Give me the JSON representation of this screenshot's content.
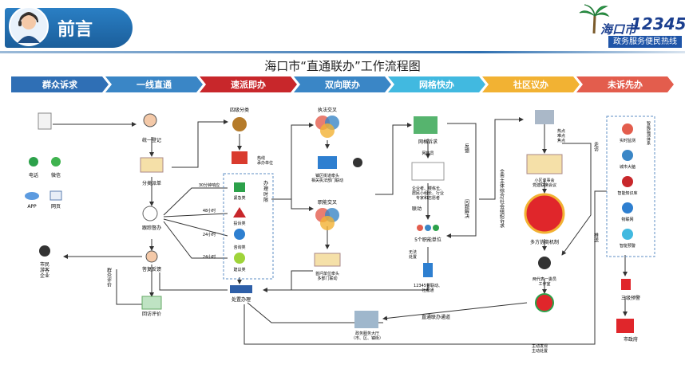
{
  "header": {
    "title": "前言",
    "logo_city": "海口市",
    "logo_number": "12345",
    "logo_slogan": "政务服务便民热线"
  },
  "flow_title": "海口市“直通联办”工作流程图",
  "stages": [
    {
      "label": "群众诉求",
      "color": "#2f6fb5"
    },
    {
      "label": "一线直通",
      "color": "#3a86c6"
    },
    {
      "label": "速派即办",
      "color": "#c8272b"
    },
    {
      "label": "双向联办",
      "color": "#3a86c6"
    },
    {
      "label": "网格快办",
      "color": "#41b9e0"
    },
    {
      "label": "社区议办",
      "color": "#f2b233"
    },
    {
      "label": "未诉先办",
      "color": "#e35d4d"
    }
  ],
  "channels": {
    "phone": "电话",
    "wechat": "微信",
    "app": "APP",
    "web": "网页"
  },
  "citizen": "市民\n游客\n企业",
  "left_flow": {
    "register": "统一登记",
    "classify_dispatch": "分类派单",
    "track": "跟踪督办",
    "reply": "答复反馈",
    "visit": "回访评价",
    "eval": "群众评价"
  },
  "four_class": {
    "title": "四级分类",
    "center": "热线\n承办单位",
    "side": "办理时限",
    "items": [
      {
        "time": "30分钟响应",
        "label": "紧急类"
      },
      {
        "time": "48小时",
        "label": "投诉类"
      },
      {
        "time": "24小时",
        "label": "咨询类"
      },
      {
        "time": "24小时",
        "label": "建议类"
      }
    ],
    "dispose": "处置办理"
  },
  "joint": {
    "law": "执法交叉",
    "lead": "镇区街道牵头\n相关执法部门联动",
    "duty": "职能交叉",
    "duty_lead": "首问单位牵头\n多部门联动"
  },
  "grid": {
    "appeal": "网格诉求",
    "member": "网格员",
    "resources": "企业者、楼栋长、\n居民小组长、行业\n专家和志愿者",
    "link": "联动",
    "units": "5个职能单位",
    "no_dispose": "无法\n处置",
    "feedback": "反馈",
    "solve": "问题解决",
    "report": "12345督联动、\n社服通"
  },
  "community": {
    "points": "热点\n难点\n焦点",
    "meeting": "小区议事会\n党建联席会议",
    "mechanism": "多方协商机制",
    "office": "两代表一委员\n工作室",
    "whole": "全市主体综合/社会组织诉求",
    "visit": "走访",
    "push": "推送"
  },
  "proactive": {
    "title": "智能监测体系",
    "items": [
      "实时监测",
      "城市大脑",
      "智能知识库",
      "物联网",
      "智能预警"
    ],
    "warn": "三级预警",
    "gov": "市政府"
  },
  "bottom": {
    "direct": "直通联办通道",
    "hall": "政务服务大厅\n（市、区、镇街）",
    "active": "主动发现\n主动处置"
  }
}
